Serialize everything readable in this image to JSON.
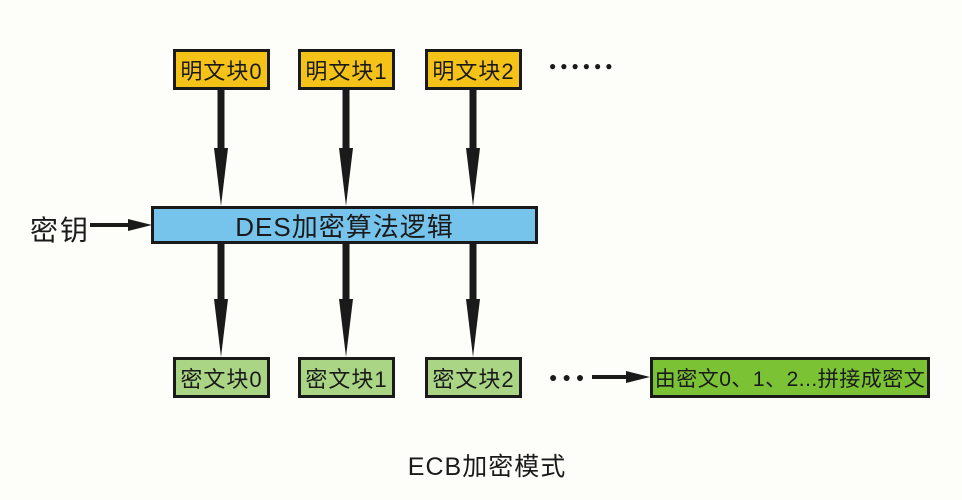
{
  "diagram": {
    "caption": "ECB加密模式",
    "key_label": "密钥",
    "engine_label": "DES加密算法逻辑",
    "plaintext_blocks": [
      "明文块0",
      "明文块1",
      "明文块2"
    ],
    "ciphertext_blocks": [
      "密文块0",
      "密文块1",
      "密文块2"
    ],
    "top_ellipsis": "●●●●●●",
    "bottom_ellipsis": "●●●",
    "concat_label": "由密文0、1、2...拼接成密文"
  },
  "colors": {
    "background": "#FDFDF9",
    "plaintext_fill": "#F5C318",
    "engine_fill": "#76C4EC",
    "ciphertext_fill": "#A9D584",
    "concat_fill": "#7BC235",
    "stroke_and_text": "#1A1A1A"
  }
}
